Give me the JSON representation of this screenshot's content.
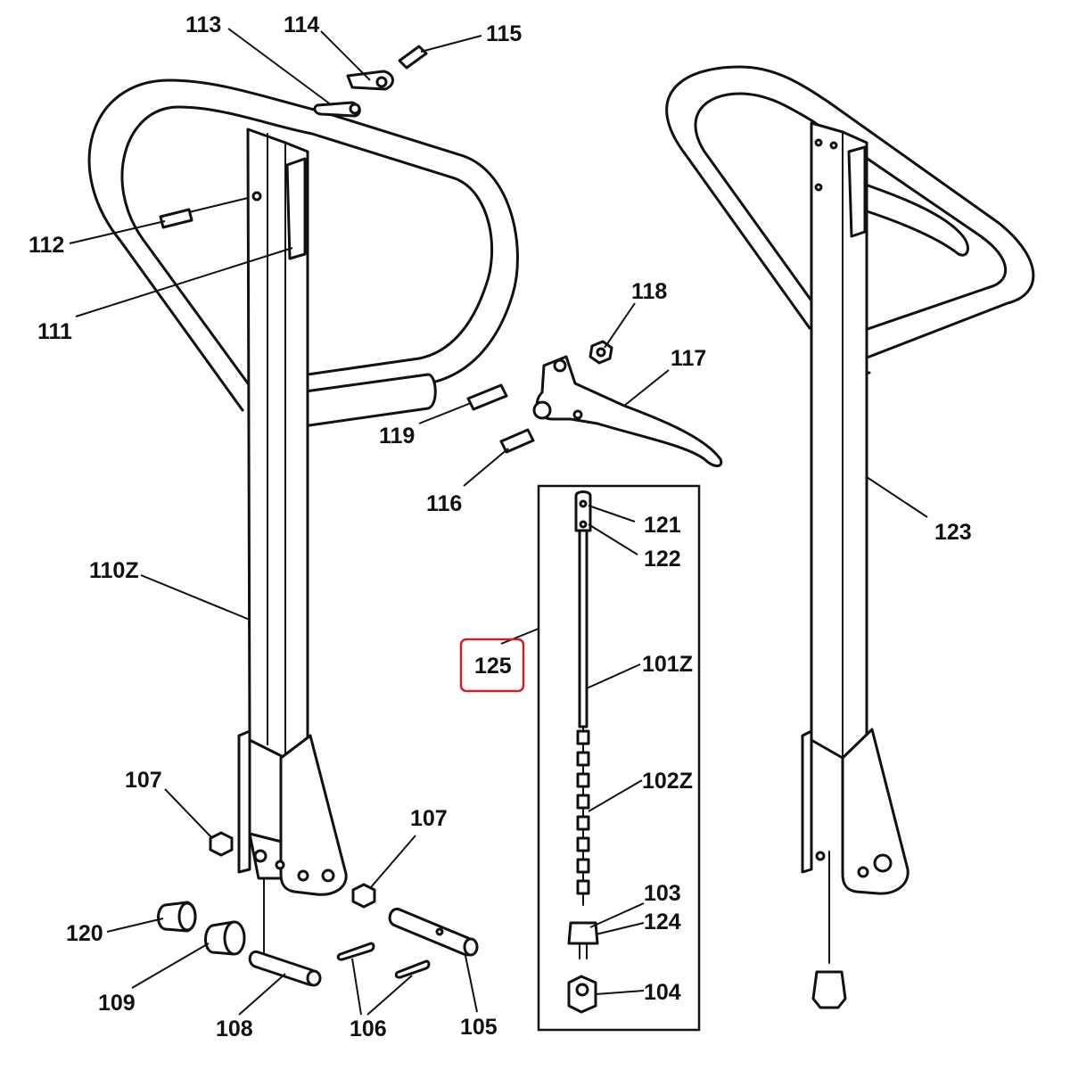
{
  "diagram": {
    "highlight_color": "#cc1f2a",
    "labels": {
      "p113": "113",
      "p114": "114",
      "p115": "115",
      "p112": "112",
      "p111": "111",
      "p118": "118",
      "p117": "117",
      "p119": "119",
      "p116": "116",
      "p121": "121",
      "p122": "122",
      "p123": "123",
      "p110z": "110Z",
      "p125": "125",
      "p101z": "101Z",
      "p102z": "102Z",
      "p107a": "107",
      "p107b": "107",
      "p103": "103",
      "p124": "124",
      "p104": "104",
      "p120": "120",
      "p109": "109",
      "p108": "108",
      "p106": "106",
      "p105": "105"
    }
  }
}
